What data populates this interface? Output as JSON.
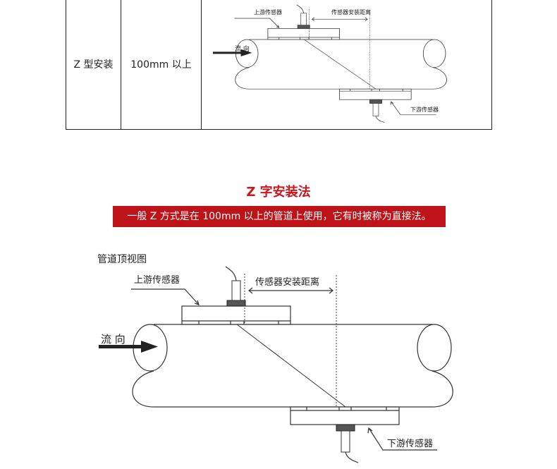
{
  "table": {
    "row": {
      "method": "Z 型安装",
      "diameter": "100mm 以上"
    }
  },
  "section": {
    "title": "Z 字安装法",
    "description": "一般 Z 方式是在 100mm 以上的管道上使用，它有时被称为直接法。"
  },
  "diagram": {
    "view_label": "管道顶视图",
    "upstream": "上游传感器",
    "downstream": "下游传感器",
    "distance": "传感器安装距离",
    "flow": "流 向"
  },
  "colors": {
    "accent": "#d0121b",
    "banner": "#be1318"
  }
}
